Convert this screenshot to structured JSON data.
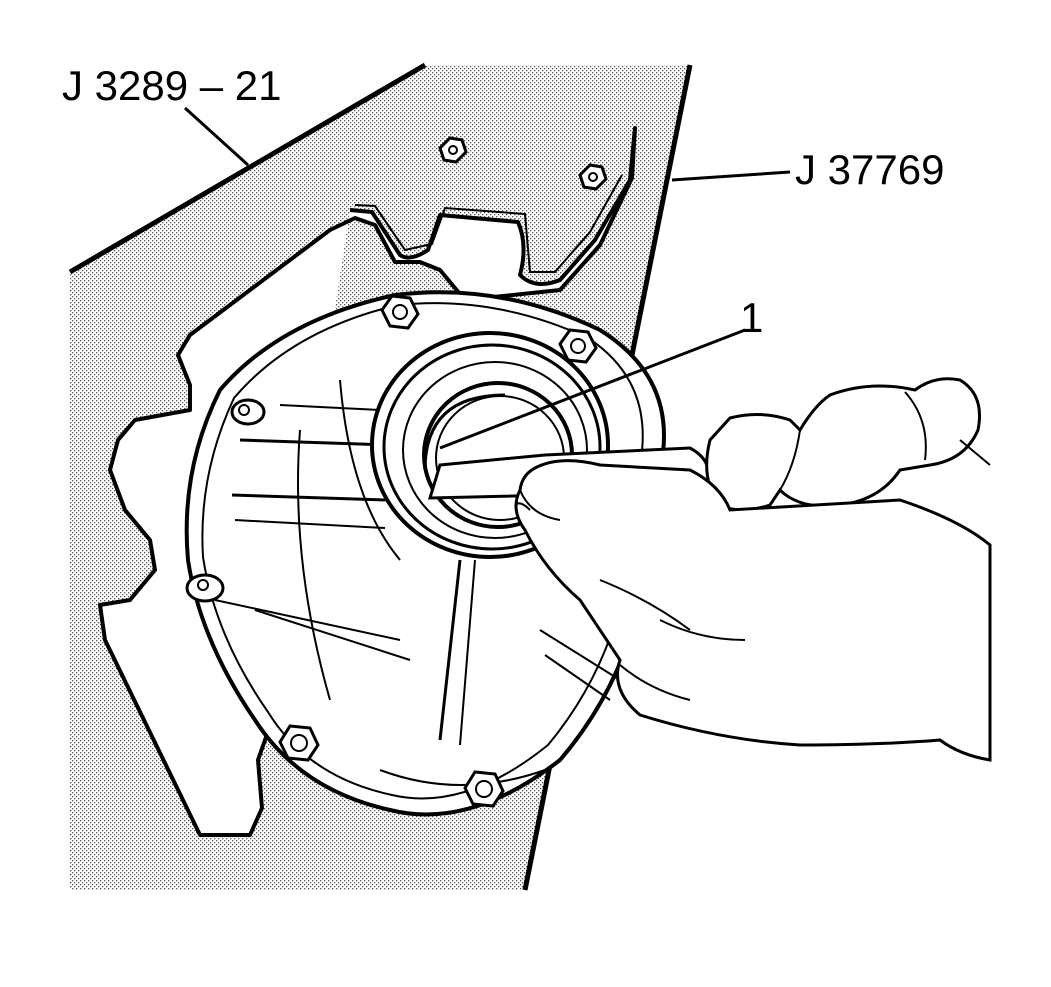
{
  "callouts": {
    "tool_holding_fixture": "J 3289 – 21",
    "tool_adapter_plate": "J 37769",
    "item_number": "1"
  }
}
